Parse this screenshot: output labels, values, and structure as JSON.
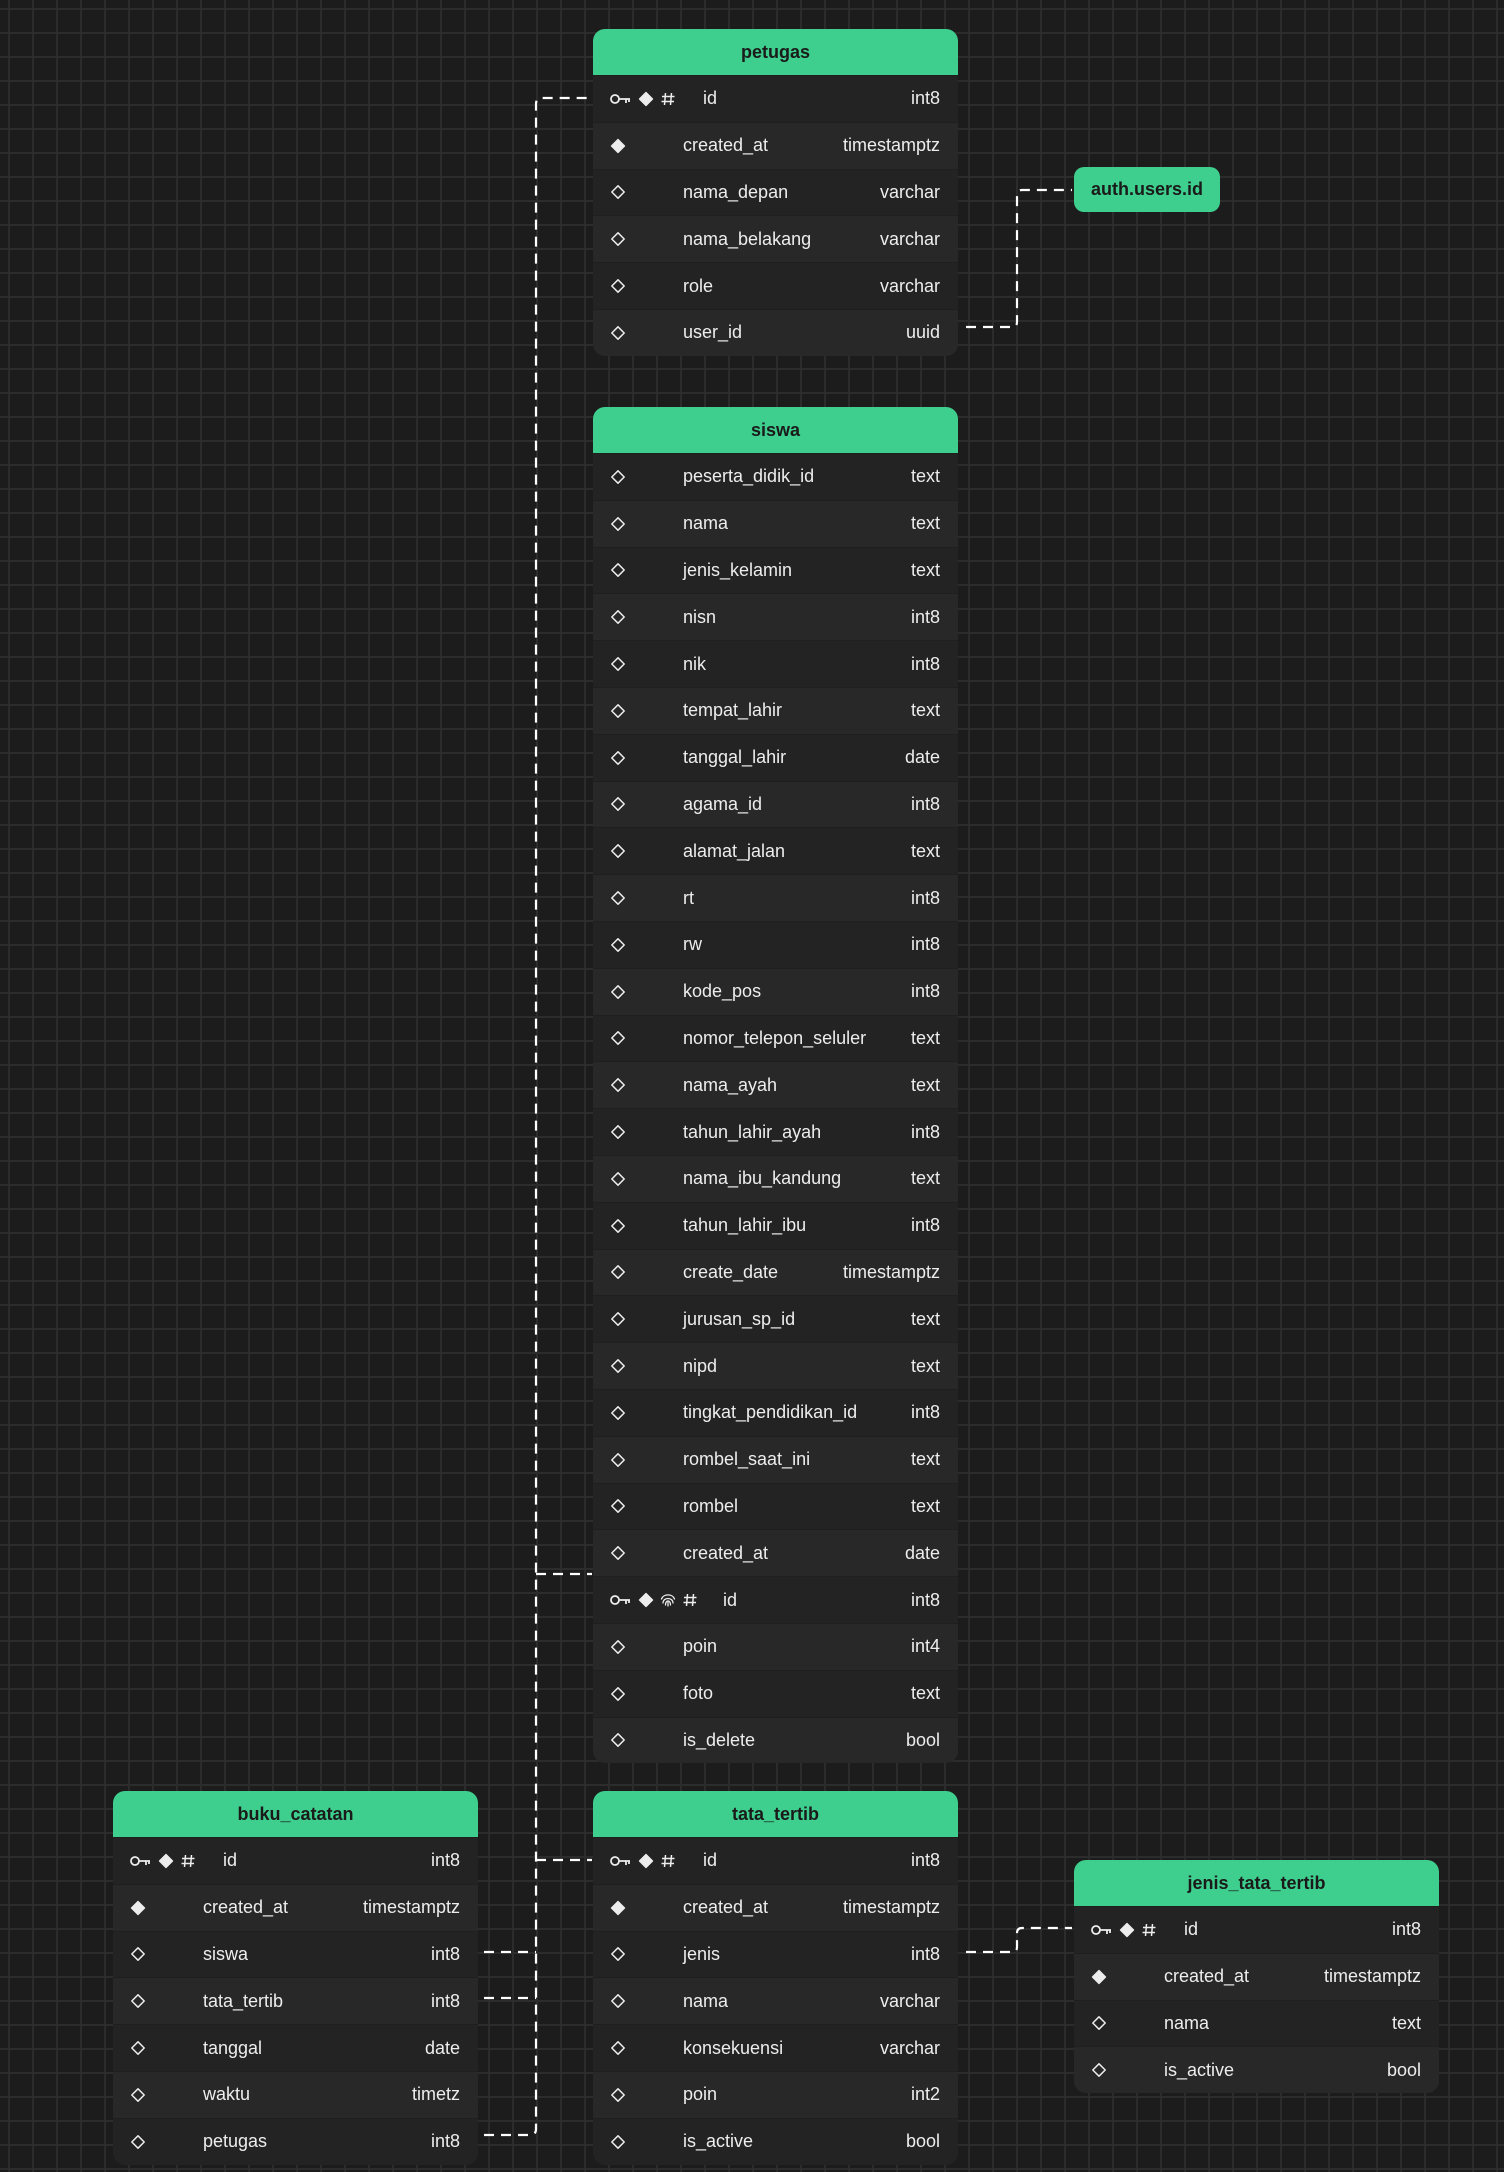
{
  "tables": {
    "petugas": {
      "title": "petugas",
      "columns": [
        {
          "name": "id",
          "type": "int8",
          "pk": true,
          "nn": true,
          "identity": true
        },
        {
          "name": "created_at",
          "type": "timestamptz",
          "nn": true
        },
        {
          "name": "nama_depan",
          "type": "varchar"
        },
        {
          "name": "nama_belakang",
          "type": "varchar"
        },
        {
          "name": "role",
          "type": "varchar"
        },
        {
          "name": "user_id",
          "type": "uuid"
        }
      ]
    },
    "siswa": {
      "title": "siswa",
      "columns": [
        {
          "name": "peserta_didik_id",
          "type": "text"
        },
        {
          "name": "nama",
          "type": "text"
        },
        {
          "name": "jenis_kelamin",
          "type": "text"
        },
        {
          "name": "nisn",
          "type": "int8"
        },
        {
          "name": "nik",
          "type": "int8"
        },
        {
          "name": "tempat_lahir",
          "type": "text"
        },
        {
          "name": "tanggal_lahir",
          "type": "date"
        },
        {
          "name": "agama_id",
          "type": "int8"
        },
        {
          "name": "alamat_jalan",
          "type": "text"
        },
        {
          "name": "rt",
          "type": "int8"
        },
        {
          "name": "rw",
          "type": "int8"
        },
        {
          "name": "kode_pos",
          "type": "int8"
        },
        {
          "name": "nomor_telepon_seluler",
          "type": "text"
        },
        {
          "name": "nama_ayah",
          "type": "text"
        },
        {
          "name": "tahun_lahir_ayah",
          "type": "int8"
        },
        {
          "name": "nama_ibu_kandung",
          "type": "text"
        },
        {
          "name": "tahun_lahir_ibu",
          "type": "int8"
        },
        {
          "name": "create_date",
          "type": "timestamptz"
        },
        {
          "name": "jurusan_sp_id",
          "type": "text"
        },
        {
          "name": "nipd",
          "type": "text"
        },
        {
          "name": "tingkat_pendidikan_id",
          "type": "int8"
        },
        {
          "name": "rombel_saat_ini",
          "type": "text"
        },
        {
          "name": "rombel",
          "type": "text"
        },
        {
          "name": "created_at",
          "type": "date"
        },
        {
          "name": "id",
          "type": "int8",
          "pk": true,
          "nn": true,
          "unique": true,
          "identity": true
        },
        {
          "name": "poin",
          "type": "int4"
        },
        {
          "name": "foto",
          "type": "text"
        },
        {
          "name": "is_delete",
          "type": "bool"
        }
      ]
    },
    "buku_catatan": {
      "title": "buku_catatan",
      "columns": [
        {
          "name": "id",
          "type": "int8",
          "pk": true,
          "nn": true,
          "identity": true
        },
        {
          "name": "created_at",
          "type": "timestamptz",
          "nn": true
        },
        {
          "name": "siswa",
          "type": "int8"
        },
        {
          "name": "tata_tertib",
          "type": "int8"
        },
        {
          "name": "tanggal",
          "type": "date"
        },
        {
          "name": "waktu",
          "type": "timetz"
        },
        {
          "name": "petugas",
          "type": "int8"
        }
      ]
    },
    "tata_tertib": {
      "title": "tata_tertib",
      "columns": [
        {
          "name": "id",
          "type": "int8",
          "pk": true,
          "nn": true,
          "identity": true
        },
        {
          "name": "created_at",
          "type": "timestamptz",
          "nn": true
        },
        {
          "name": "jenis",
          "type": "int8"
        },
        {
          "name": "nama",
          "type": "varchar"
        },
        {
          "name": "konsekuensi",
          "type": "varchar"
        },
        {
          "name": "poin",
          "type": "int2"
        },
        {
          "name": "is_active",
          "type": "bool"
        }
      ]
    },
    "jenis_tata_tertib": {
      "title": "jenis_tata_tertib",
      "columns": [
        {
          "name": "id",
          "type": "int8",
          "pk": true,
          "nn": true,
          "identity": true
        },
        {
          "name": "created_at",
          "type": "timestamptz",
          "nn": true
        },
        {
          "name": "nama",
          "type": "text"
        },
        {
          "name": "is_active",
          "type": "bool"
        }
      ]
    }
  },
  "external_ref": {
    "label": "auth.users.id"
  },
  "relationships": [
    {
      "from": "petugas.user_id",
      "to": "auth.users.id"
    },
    {
      "from": "buku_catatan.siswa",
      "to": "siswa.id"
    },
    {
      "from": "buku_catatan.tata_tertib",
      "to": "tata_tertib.id"
    },
    {
      "from": "buku_catatan.petugas",
      "to": "petugas.id"
    },
    {
      "from": "tata_tertib.jenis",
      "to": "jenis_tata_tertib.id"
    }
  ],
  "colors": {
    "header": "#3ecf8e",
    "background": "#1c1c1c",
    "table": "#232323",
    "link": "#ffffff"
  }
}
